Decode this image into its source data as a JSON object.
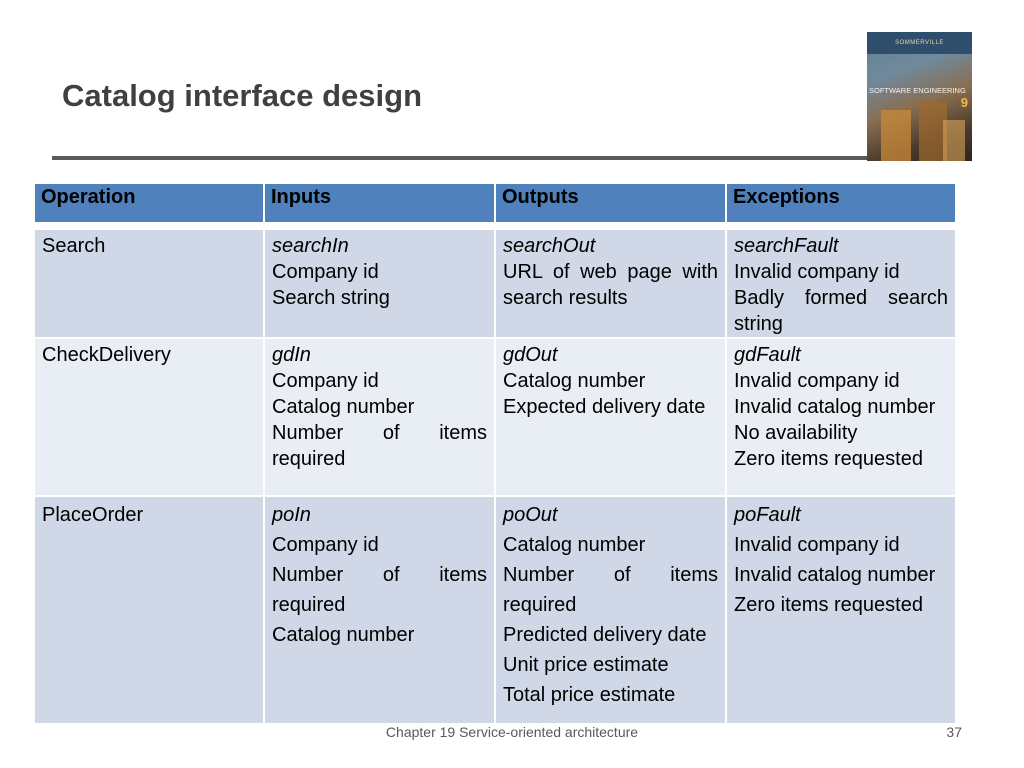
{
  "title": "Catalog interface design",
  "cover": {
    "header": "SOMMERVILLE",
    "subtitle": "SOFTWARE ENGINEERING",
    "edition": "9"
  },
  "table": {
    "headers": [
      "Operation",
      "Inputs",
      "Outputs",
      "Exceptions"
    ],
    "rows": [
      {
        "operation": "Search",
        "inputs": {
          "name": "searchIn",
          "lines": [
            "Company id",
            "Search string"
          ]
        },
        "outputs": {
          "name": "searchOut",
          "lines": [
            "URL of web page with search results"
          ]
        },
        "exceptions": {
          "name": "searchFault",
          "lines": [
            "Invalid company id",
            "Badly formed search string"
          ]
        }
      },
      {
        "operation": "CheckDelivery",
        "inputs": {
          "name": "gdIn",
          "lines": [
            "Company id",
            "Catalog number",
            "Number of items required"
          ]
        },
        "outputs": {
          "name": "gdOut",
          "lines": [
            "Catalog number",
            "Expected delivery date"
          ]
        },
        "exceptions": {
          "name": "gdFault",
          "lines": [
            "Invalid company id",
            "Invalid catalog number",
            "No availability",
            "Zero items requested"
          ]
        }
      },
      {
        "operation": "PlaceOrder",
        "inputs": {
          "name": "poIn",
          "lines": [
            "Company id",
            "Number of items required",
            "Catalog number"
          ]
        },
        "outputs": {
          "name": "poOut",
          "lines": [
            "Catalog number",
            "Number of items required",
            "Predicted delivery date",
            "Unit price estimate",
            "Total price estimate"
          ]
        },
        "exceptions": {
          "name": "poFault",
          "lines": [
            "Invalid company id",
            "Invalid catalog number",
            "Zero items requested"
          ]
        }
      }
    ]
  },
  "footer": "Chapter 19 Service-oriented architecture",
  "page_number": "37"
}
